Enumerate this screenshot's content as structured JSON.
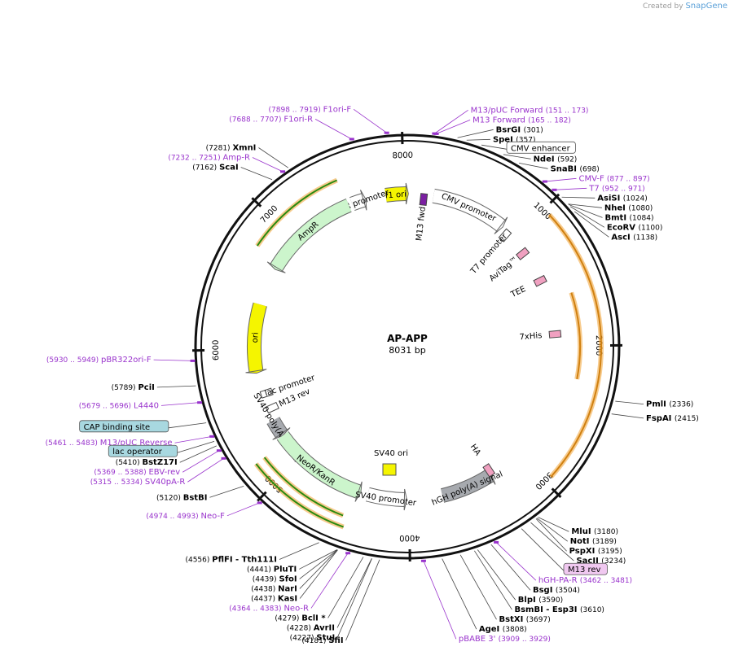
{
  "brand": {
    "created_by": "Created by",
    "name": "SnapGene"
  },
  "plasmid": {
    "name": "AP-APP",
    "length_label": "8031 bp",
    "length": 8031
  },
  "colors": {
    "enzyme": "#000000",
    "primer": "#9933cc",
    "backbone": "#111111",
    "yellow_feature": "#f5f500",
    "green_feature": "#ccf5cc",
    "gray_feature": "#a7aaaf",
    "orange_orf": "#f0a030",
    "dark_green_orf": "#2a8a10",
    "tag": "#f0a0c0",
    "teal_feature": "#2e8b8b"
  },
  "ticks": [
    {
      "pos": 1000,
      "label": "1000"
    },
    {
      "pos": 2000,
      "label": "2000"
    },
    {
      "pos": 3000,
      "label": "3000"
    },
    {
      "pos": 4000,
      "label": "4000"
    },
    {
      "pos": 5000,
      "label": "5000"
    },
    {
      "pos": 6000,
      "label": "6000"
    },
    {
      "pos": 7000,
      "label": "7000"
    },
    {
      "pos": 8000,
      "label": "8000"
    }
  ],
  "labels": [
    {
      "type": "enzyme",
      "text": "BsrGI",
      "num": "(301)",
      "pos": 301
    },
    {
      "type": "enzyme",
      "text": "SpeI",
      "num": "(357)",
      "pos": 357
    },
    {
      "type": "box",
      "text": "CMV enhancer",
      "pos": 450,
      "bg": "#ffffff"
    },
    {
      "type": "enzyme",
      "text": "NdeI",
      "num": "(592)",
      "pos": 592
    },
    {
      "type": "enzyme",
      "text": "SnaBI",
      "num": "(698)",
      "pos": 698
    },
    {
      "type": "primer",
      "text": "CMV-F",
      "num": "(877 .. 897)",
      "pos": 887
    },
    {
      "type": "primer",
      "text": "T7",
      "num": "(952 .. 971)",
      "pos": 962
    },
    {
      "type": "enzyme",
      "text": "AsiSI",
      "num": "(1024)",
      "pos": 1024
    },
    {
      "type": "enzyme",
      "text": "NheI",
      "num": "(1080)",
      "pos": 1080
    },
    {
      "type": "enzyme",
      "text": "BmtI",
      "num": "(1084)",
      "pos": 1084
    },
    {
      "type": "enzyme",
      "text": "EcoRV",
      "num": "(1100)",
      "pos": 1100
    },
    {
      "type": "enzyme",
      "text": "AscI",
      "num": "(1138)",
      "pos": 1138
    },
    {
      "type": "enzyme",
      "text": "PmlI",
      "num": "(2336)",
      "pos": 2336
    },
    {
      "type": "enzyme",
      "text": "FspAI",
      "num": "(2415)",
      "pos": 2415
    },
    {
      "type": "enzyme",
      "text": "MluI",
      "num": "(3180)",
      "pos": 3180
    },
    {
      "type": "enzyme",
      "text": "NotI",
      "num": "(3189)",
      "pos": 3189
    },
    {
      "type": "enzyme",
      "text": "PspXI",
      "num": "(3195)",
      "pos": 3195
    },
    {
      "type": "enzyme",
      "text": "SacII",
      "num": "(3234)",
      "pos": 3234
    },
    {
      "type": "box",
      "text": "M13 rev",
      "pos": 3300,
      "bg": "#f0c8f0"
    },
    {
      "type": "primer",
      "text": "hGH-PA-R",
      "num": "(3462 .. 3481)",
      "pos": 3471
    },
    {
      "type": "enzyme",
      "text": "BsgI",
      "num": "(3504)",
      "pos": 3504
    },
    {
      "type": "enzyme",
      "text": "BlpI",
      "num": "(3590)",
      "pos": 3590
    },
    {
      "type": "enzyme",
      "text": "BsmBI - Esp3I",
      "num": "(3610)",
      "pos": 3610
    },
    {
      "type": "enzyme",
      "text": "BstXI",
      "num": "(3697)",
      "pos": 3697
    },
    {
      "type": "enzyme",
      "text": "AgeI",
      "num": "(3808)",
      "pos": 3808
    },
    {
      "type": "primer",
      "text": "pBABE 3'",
      "num": "(3909 .. 3929)",
      "pos": 3919
    },
    {
      "type": "enzyme",
      "text": "SfiI",
      "num": "(4181)",
      "pos": 4181
    },
    {
      "type": "enzyme",
      "text": "StuI",
      "num": "(4227)",
      "pos": 4227
    },
    {
      "type": "enzyme",
      "text": "AvrII",
      "num": "(4228)",
      "pos": 4228
    },
    {
      "type": "enzyme",
      "text": "BclI *",
      "num": "(4279)",
      "pos": 4279
    },
    {
      "type": "primer",
      "text": "Neo-R",
      "num": "(4364 .. 4383)",
      "pos": 4373
    },
    {
      "type": "enzyme",
      "text": "KasI",
      "num": "(4437)",
      "pos": 4437
    },
    {
      "type": "enzyme",
      "text": "NarI",
      "num": "(4438)",
      "pos": 4438
    },
    {
      "type": "enzyme",
      "text": "SfoI",
      "num": "(4439)",
      "pos": 4439
    },
    {
      "type": "enzyme",
      "text": "PluTI",
      "num": "(4441)",
      "pos": 4441
    },
    {
      "type": "enzyme",
      "text": "PflFI - Tth111I",
      "num": "(4556)",
      "pos": 4556
    },
    {
      "type": "primer",
      "text": "Neo-F",
      "num": "(4974 .. 4993)",
      "pos": 4983
    },
    {
      "type": "enzyme",
      "text": "BstBI",
      "num": "(5120)",
      "pos": 5120
    },
    {
      "type": "primer",
      "text": "SV40pA-R",
      "num": "(5315 .. 5334)",
      "pos": 5324
    },
    {
      "type": "primer",
      "text": "EBV-rev",
      "num": "(5369 .. 5388)",
      "pos": 5378
    },
    {
      "type": "enzyme",
      "text": "BstZ17I",
      "num": "(5410)",
      "pos": 5410
    },
    {
      "type": "box",
      "text": "lac operator",
      "pos": 5440,
      "bg": "#a8d8e0"
    },
    {
      "type": "primer",
      "text": "M13/pUC Reverse",
      "num": "(5461 .. 5483)",
      "pos": 5472
    },
    {
      "type": "box",
      "text": "CAP binding site",
      "pos": 5560,
      "bg": "#a8d8e0"
    },
    {
      "type": "primer",
      "text": "L4440",
      "num": "(5679 .. 5696)",
      "pos": 5687
    },
    {
      "type": "enzyme",
      "text": "PciI",
      "num": "(5789)",
      "pos": 5789
    },
    {
      "type": "primer",
      "text": "pBR322ori-F",
      "num": "(5930 .. 5949)",
      "pos": 5939
    },
    {
      "type": "enzyme",
      "text": "ScaI",
      "num": "(7162)",
      "pos": 7162
    },
    {
      "type": "primer",
      "text": "Amp-R",
      "num": "(7232 .. 7251)",
      "pos": 7241
    },
    {
      "type": "enzyme",
      "text": "XmnI",
      "num": "(7281)",
      "pos": 7281
    },
    {
      "type": "primer",
      "text": "F1ori-R",
      "num": "(7688 .. 7707)",
      "pos": 7697
    },
    {
      "type": "primer",
      "text": "F1ori-F",
      "num": "(7898 .. 7919)",
      "pos": 7908
    },
    {
      "type": "primer",
      "text": "M13/pUC Forward",
      "num": "(151 .. 173)",
      "pos": 162
    },
    {
      "type": "primer",
      "text": "M13 Forward",
      "num": "(165 .. 182)",
      "pos": 173
    }
  ],
  "features": [
    {
      "text": "f1 ori",
      "start": 7850,
      "end": 8020,
      "dir": 1,
      "color": "#f5f500",
      "track": "inner"
    },
    {
      "text": "AmpR promoter",
      "start": 7560,
      "end": 7660,
      "dir": 1,
      "color": "#ffffff",
      "track": "inner"
    },
    {
      "text": "AmpR",
      "start": 6720,
      "end": 7530,
      "dir": -1,
      "color": "#ccf5cc",
      "track": "inner"
    },
    {
      "text": "ori",
      "start": 5820,
      "end": 6380,
      "dir": -1,
      "color": "#f5f500",
      "track": "inner"
    },
    {
      "text": "lac promoter",
      "start": 5600,
      "end": 5630,
      "dir": -1,
      "color": "#ffffff",
      "track": "label"
    },
    {
      "text": "M13 rev",
      "start": 5470,
      "end": 5490,
      "dir": -1,
      "color": "#ffffff",
      "track": "label"
    },
    {
      "text": "SV40 poly(A) signal",
      "start": 5250,
      "end": 5380,
      "dir": -1,
      "color": "#a7aaaf",
      "track": "inner"
    },
    {
      "text": "NeoR/KanR",
      "start": 4430,
      "end": 5230,
      "dir": -1,
      "color": "#ccf5cc",
      "track": "inner"
    },
    {
      "text": "SV40 promoter",
      "start": 4040,
      "end": 4350,
      "dir": -1,
      "color": "#ffffff",
      "track": "inner"
    },
    {
      "text": "hGH poly(A) signal",
      "start": 3290,
      "end": 3720,
      "dir": -1,
      "color": "#a7aaaf",
      "track": "inner"
    },
    {
      "text": "HA",
      "start": 3250,
      "end": 3290,
      "dir": 1,
      "color": "#f0a0c0",
      "track": "label"
    },
    {
      "text": "M13 fwd",
      "start": 120,
      "end": 160,
      "dir": 1,
      "color": "#7b1fa2",
      "track": "label"
    },
    {
      "text": "CMV promoter",
      "start": 220,
      "end": 840,
      "dir": 1,
      "color": "#ffffff",
      "track": "inner"
    },
    {
      "text": "T7 promoter",
      "start": 880,
      "end": 960,
      "dir": 1,
      "color": "#ffffff",
      "track": "label"
    },
    {
      "text": "AviTag™",
      "start": 1110,
      "end": 1170,
      "dir": 1,
      "color": "#f0a0c0",
      "track": "label"
    },
    {
      "text": "TEE",
      "start": 1400,
      "end": 1440,
      "dir": 1,
      "color": "#f0a0c0",
      "track": "label"
    },
    {
      "text": "7xHis",
      "start": 1880,
      "end": 1920,
      "dir": 1,
      "color": "#f0a0c0",
      "track": "label"
    },
    {
      "text": "SV40 ori",
      "start": 4760,
      "end": 4760,
      "dir": 0,
      "color": "#f5f500",
      "track": "center"
    }
  ]
}
